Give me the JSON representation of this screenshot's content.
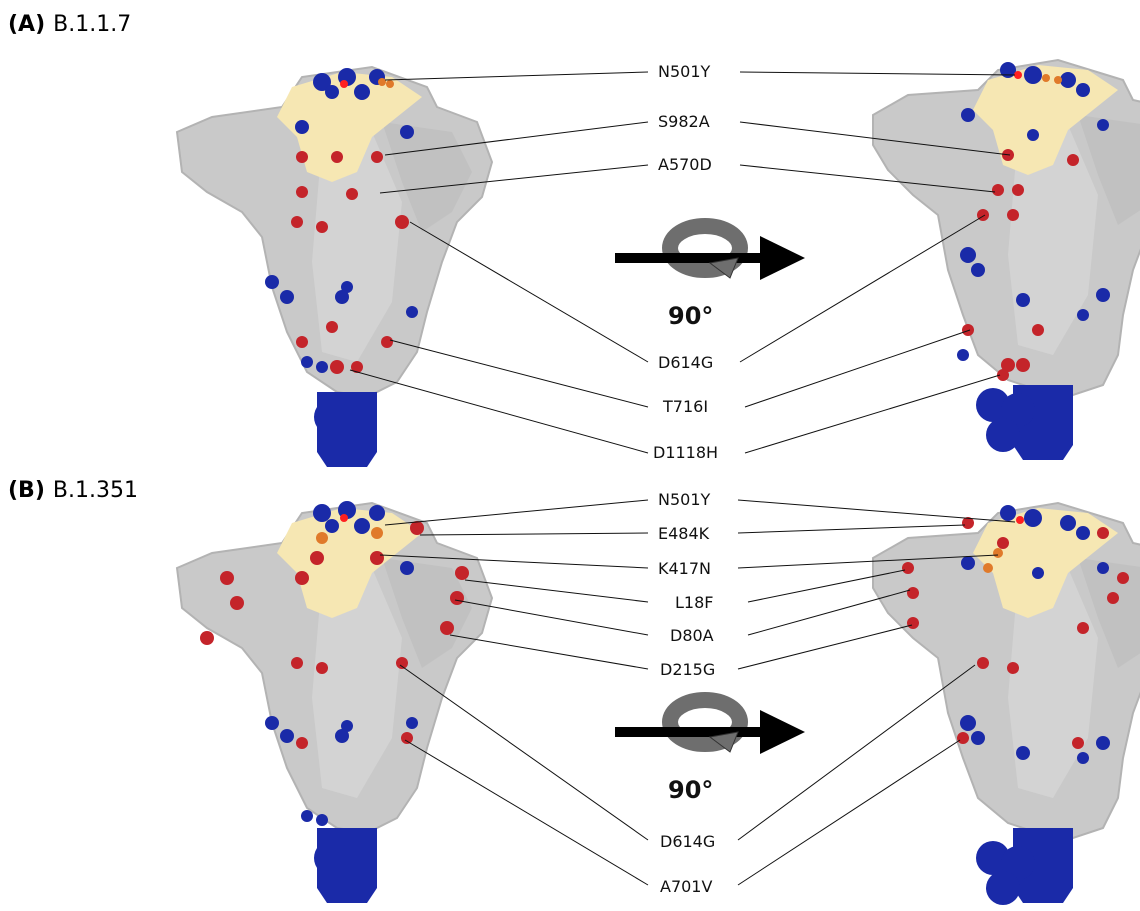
{
  "panels": [
    {
      "id": "A",
      "letter": "(A)",
      "variant": "B.1.1.7",
      "rotation_label": "90°",
      "mutations": [
        "N501Y",
        "S982A",
        "A570D",
        "D614G",
        "T716I",
        "D1118H"
      ]
    },
    {
      "id": "B",
      "letter": "(B)",
      "variant": "B.1.351",
      "rotation_label": "90°",
      "mutations": [
        "N501Y",
        "E484K",
        "K417N",
        "L18F",
        "D80A",
        "D215G",
        "D614G",
        "A701V"
      ]
    }
  ],
  "colors": {
    "protein_surface": "#c9c9c9",
    "protein_shadow": "#b3b3b3",
    "rbd_domain": "#f6e7b3",
    "glycan": "#1a2aa8",
    "glycan_light": "#6a74c4",
    "mutation": "#c4242a",
    "mutation_light": "#e06a55",
    "mutation_orange": "#e07a2a",
    "leader_line": "#111111",
    "rotation_arrow": "#000000",
    "rotation_curl": "#6e6e6e"
  },
  "icons": {
    "rotation": "rotation-arrow-icon"
  }
}
